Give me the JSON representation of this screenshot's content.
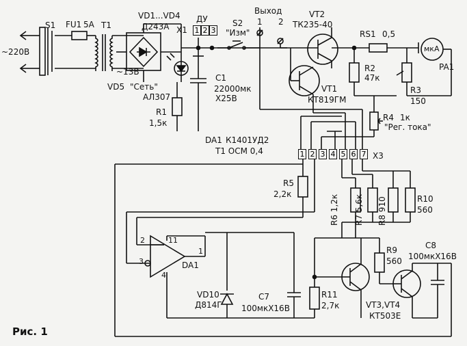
{
  "figure_caption": "Рис. 1",
  "mains": {
    "voltage": "~220В"
  },
  "switch_s1": "S1",
  "fuse": {
    "ref": "FU1",
    "rating": "5A"
  },
  "transformer": {
    "ref": "T1",
    "secondary": "~13В"
  },
  "bridge": {
    "ref": "VD1...VD4",
    "type": "Д243А"
  },
  "led": {
    "ref": "VD5",
    "name": "\"Сеть\"",
    "type": "АЛ307"
  },
  "r1": {
    "ref": "R1",
    "value": "1,5к"
  },
  "connector_x1": {
    "ref": "X1",
    "label": "ДУ",
    "pins": [
      "1",
      "2",
      "3"
    ]
  },
  "c1": {
    "ref": "C1",
    "value": "22000мк",
    "voltage": "X25В"
  },
  "switch_s2": {
    "ref": "S2",
    "name": "\"Изм\""
  },
  "output": {
    "label": "Выход",
    "pin1": "1",
    "pin2": "2"
  },
  "vt2": {
    "ref": "VT2",
    "type": "ТК235-40"
  },
  "vt1": {
    "ref": "VT1",
    "type": "КТ819ГМ"
  },
  "rs1": {
    "ref": "RS1",
    "value": "0,5"
  },
  "r2": {
    "ref": "R2",
    "value": "47к"
  },
  "r3": {
    "ref": "R3",
    "value": "150"
  },
  "meter": {
    "ref": "PA1",
    "symbol": "мкА"
  },
  "r4": {
    "ref": "R4",
    "value": "1к",
    "name": "\"Рег. тока\""
  },
  "da1": {
    "ref": "DA1",
    "type": "К1401УД2",
    "note": "Т1 ОСМ 0,4",
    "pins": [
      "2",
      "3",
      "4",
      "11",
      "1"
    ]
  },
  "connector_x3": {
    "ref": "X3",
    "pins": [
      "1",
      "2",
      "3",
      "4",
      "5",
      "6",
      "7"
    ]
  },
  "r5": {
    "ref": "R5",
    "value": "2,2к"
  },
  "r6": {
    "ref": "R6",
    "value": "1,2к"
  },
  "r7": {
    "ref": "R7",
    "value": "5,6к"
  },
  "r8": {
    "ref": "R8",
    "value": "910"
  },
  "r10": {
    "ref": "R10",
    "value": "560"
  },
  "r9": {
    "ref": "R9",
    "value": "560"
  },
  "c8": {
    "ref": "C8",
    "value": "100мкX16В"
  },
  "vd10": {
    "ref": "VD10",
    "type": "Д814Г"
  },
  "c7": {
    "ref": "C7",
    "value": "100мкX16В"
  },
  "r11": {
    "ref": "R11",
    "value": "2,7к"
  },
  "vt34": {
    "ref": "VT3,VT4",
    "type": "КТ503Е"
  }
}
